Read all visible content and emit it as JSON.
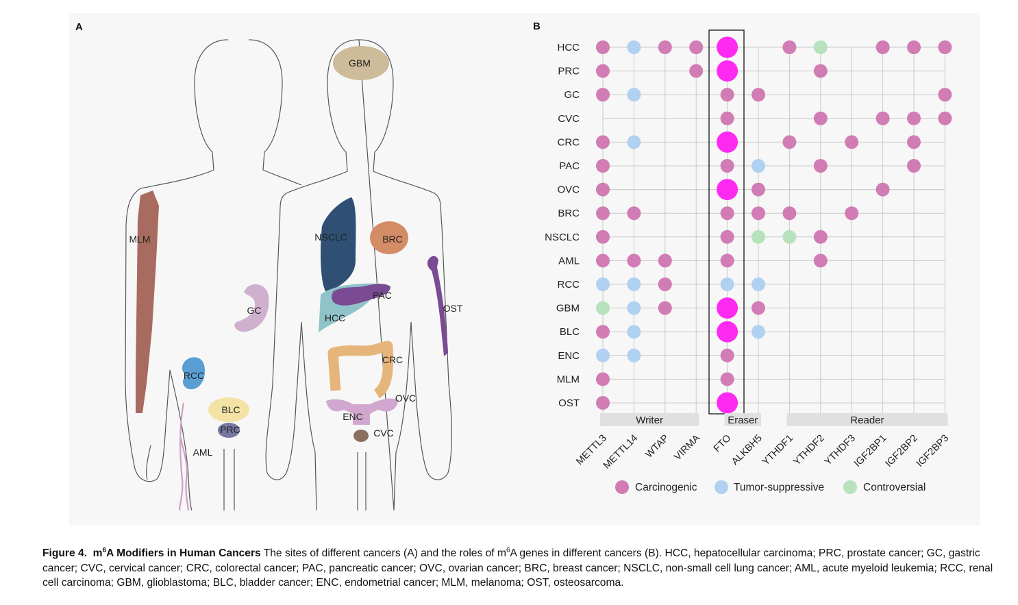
{
  "figure": {
    "panel_a_label": "A",
    "panel_b_label": "B",
    "organs": {
      "GBM": "GBM",
      "MLM": "MLM",
      "NSCLC": "NSCLC",
      "BRC": "BRC",
      "PAC": "PAC",
      "HCC": "HCC",
      "GC": "GC",
      "OST": "OST",
      "RCC": "RCC",
      "CRC": "CRC",
      "BLC": "BLC",
      "PRC": "PRC",
      "OVC": "OVC",
      "ENC": "ENC",
      "CVC": "CVC",
      "AML": "AML"
    },
    "colors": {
      "carcinogenic": "#d17cb4",
      "tumor_suppressive": "#b1d1f2",
      "controversial": "#b7e2bd",
      "fto_highlight": "#ff2af2",
      "strip_fill": "#e0e0e0"
    }
  },
  "chart_data": {
    "type": "dot-matrix",
    "rows": [
      "HCC",
      "PRC",
      "GC",
      "CVC",
      "CRC",
      "PAC",
      "OVC",
      "BRC",
      "NSCLC",
      "AML",
      "RCC",
      "GBM",
      "BLC",
      "ENC",
      "MLM",
      "OST"
    ],
    "columns": [
      "METTL3",
      "METTL14",
      "WTAP",
      "VIRMA",
      "FTO",
      "ALKBH5",
      "YTHDF1",
      "YTHDF2",
      "YTHDF3",
      "IGF2BP1",
      "IGF2BP2",
      "IGF2BP3"
    ],
    "groups": [
      {
        "name": "Writer",
        "columns": [
          "METTL3",
          "METTL14",
          "WTAP",
          "VIRMA"
        ]
      },
      {
        "name": "Eraser",
        "columns": [
          "FTO",
          "ALKBH5"
        ]
      },
      {
        "name": "Reader",
        "columns": [
          "YTHDF1",
          "YTHDF2",
          "YTHDF3",
          "IGF2BP1",
          "IGF2BP2",
          "IGF2BP3"
        ]
      }
    ],
    "highlighted_column": "FTO",
    "legend": [
      {
        "key": "C",
        "label": "Carcinogenic"
      },
      {
        "key": "T",
        "label": "Tumor-suppressive"
      },
      {
        "key": "V",
        "label": "Controversial"
      }
    ],
    "cells": [
      {
        "row": "HCC",
        "col": "METTL3",
        "role": "C"
      },
      {
        "row": "HCC",
        "col": "METTL14",
        "role": "T"
      },
      {
        "row": "HCC",
        "col": "WTAP",
        "role": "C"
      },
      {
        "row": "HCC",
        "col": "VIRMA",
        "role": "C"
      },
      {
        "row": "HCC",
        "col": "FTO",
        "role": "C",
        "large": true
      },
      {
        "row": "HCC",
        "col": "YTHDF1",
        "role": "C"
      },
      {
        "row": "HCC",
        "col": "YTHDF2",
        "role": "V"
      },
      {
        "row": "HCC",
        "col": "IGF2BP1",
        "role": "C"
      },
      {
        "row": "HCC",
        "col": "IGF2BP2",
        "role": "C"
      },
      {
        "row": "HCC",
        "col": "IGF2BP3",
        "role": "C"
      },
      {
        "row": "PRC",
        "col": "METTL3",
        "role": "C"
      },
      {
        "row": "PRC",
        "col": "VIRMA",
        "role": "C"
      },
      {
        "row": "PRC",
        "col": "FTO",
        "role": "C",
        "large": true
      },
      {
        "row": "PRC",
        "col": "YTHDF2",
        "role": "C"
      },
      {
        "row": "GC",
        "col": "METTL3",
        "role": "C"
      },
      {
        "row": "GC",
        "col": "METTL14",
        "role": "T"
      },
      {
        "row": "GC",
        "col": "FTO",
        "role": "C"
      },
      {
        "row": "GC",
        "col": "ALKBH5",
        "role": "C"
      },
      {
        "row": "GC",
        "col": "IGF2BP3",
        "role": "C"
      },
      {
        "row": "CVC",
        "col": "FTO",
        "role": "C"
      },
      {
        "row": "CVC",
        "col": "YTHDF2",
        "role": "C"
      },
      {
        "row": "CVC",
        "col": "IGF2BP1",
        "role": "C"
      },
      {
        "row": "CVC",
        "col": "IGF2BP2",
        "role": "C"
      },
      {
        "row": "CVC",
        "col": "IGF2BP3",
        "role": "C"
      },
      {
        "row": "CRC",
        "col": "METTL3",
        "role": "C"
      },
      {
        "row": "CRC",
        "col": "METTL14",
        "role": "T"
      },
      {
        "row": "CRC",
        "col": "FTO",
        "role": "C",
        "large": true
      },
      {
        "row": "CRC",
        "col": "YTHDF1",
        "role": "C"
      },
      {
        "row": "CRC",
        "col": "YTHDF3",
        "role": "C"
      },
      {
        "row": "CRC",
        "col": "IGF2BP2",
        "role": "C"
      },
      {
        "row": "PAC",
        "col": "METTL3",
        "role": "C"
      },
      {
        "row": "PAC",
        "col": "FTO",
        "role": "C"
      },
      {
        "row": "PAC",
        "col": "ALKBH5",
        "role": "T"
      },
      {
        "row": "PAC",
        "col": "YTHDF2",
        "role": "C"
      },
      {
        "row": "PAC",
        "col": "IGF2BP2",
        "role": "C"
      },
      {
        "row": "OVC",
        "col": "METTL3",
        "role": "C"
      },
      {
        "row": "OVC",
        "col": "FTO",
        "role": "C",
        "large": true
      },
      {
        "row": "OVC",
        "col": "ALKBH5",
        "role": "C"
      },
      {
        "row": "OVC",
        "col": "IGF2BP1",
        "role": "C"
      },
      {
        "row": "BRC",
        "col": "METTL3",
        "role": "C"
      },
      {
        "row": "BRC",
        "col": "METTL14",
        "role": "C"
      },
      {
        "row": "BRC",
        "col": "FTO",
        "role": "C"
      },
      {
        "row": "BRC",
        "col": "ALKBH5",
        "role": "C"
      },
      {
        "row": "BRC",
        "col": "YTHDF1",
        "role": "C"
      },
      {
        "row": "BRC",
        "col": "YTHDF3",
        "role": "C"
      },
      {
        "row": "NSCLC",
        "col": "METTL3",
        "role": "C"
      },
      {
        "row": "NSCLC",
        "col": "FTO",
        "role": "C"
      },
      {
        "row": "NSCLC",
        "col": "ALKBH5",
        "role": "V"
      },
      {
        "row": "NSCLC",
        "col": "YTHDF1",
        "role": "V"
      },
      {
        "row": "NSCLC",
        "col": "YTHDF2",
        "role": "C"
      },
      {
        "row": "AML",
        "col": "METTL3",
        "role": "C"
      },
      {
        "row": "AML",
        "col": "METTL14",
        "role": "C"
      },
      {
        "row": "AML",
        "col": "WTAP",
        "role": "C"
      },
      {
        "row": "AML",
        "col": "FTO",
        "role": "C"
      },
      {
        "row": "AML",
        "col": "YTHDF2",
        "role": "C"
      },
      {
        "row": "RCC",
        "col": "METTL3",
        "role": "T"
      },
      {
        "row": "RCC",
        "col": "METTL14",
        "role": "T"
      },
      {
        "row": "RCC",
        "col": "WTAP",
        "role": "C"
      },
      {
        "row": "RCC",
        "col": "FTO",
        "role": "T"
      },
      {
        "row": "RCC",
        "col": "ALKBH5",
        "role": "T"
      },
      {
        "row": "GBM",
        "col": "METTL3",
        "role": "V"
      },
      {
        "row": "GBM",
        "col": "METTL14",
        "role": "T"
      },
      {
        "row": "GBM",
        "col": "WTAP",
        "role": "C"
      },
      {
        "row": "GBM",
        "col": "FTO",
        "role": "C",
        "large": true
      },
      {
        "row": "GBM",
        "col": "ALKBH5",
        "role": "C"
      },
      {
        "row": "BLC",
        "col": "METTL3",
        "role": "C"
      },
      {
        "row": "BLC",
        "col": "METTL14",
        "role": "T"
      },
      {
        "row": "BLC",
        "col": "FTO",
        "role": "C",
        "large": true
      },
      {
        "row": "BLC",
        "col": "ALKBH5",
        "role": "T"
      },
      {
        "row": "ENC",
        "col": "METTL3",
        "role": "T"
      },
      {
        "row": "ENC",
        "col": "METTL14",
        "role": "T"
      },
      {
        "row": "ENC",
        "col": "FTO",
        "role": "C"
      },
      {
        "row": "MLM",
        "col": "METTL3",
        "role": "C"
      },
      {
        "row": "MLM",
        "col": "FTO",
        "role": "C"
      },
      {
        "row": "OST",
        "col": "METTL3",
        "role": "C"
      },
      {
        "row": "OST",
        "col": "FTO",
        "role": "C",
        "large": true
      }
    ]
  },
  "caption": {
    "figure_number": "Figure 4.",
    "title_m": "m",
    "title_sup": "6",
    "title_rest": "A Modifiers in Human Cancers",
    "text_1": " The sites of different cancers (A) and the roles of m",
    "text_sup": "6",
    "text_2": "A genes in different cancers (B). HCC, hepatocellular carcinoma; PRC, prostate cancer; GC, gastric cancer; CVC, cervical cancer; CRC, colorectal cancer; PAC, pancreatic cancer; OVC, ovarian cancer; BRC, breast cancer; NSCLC, non-small cell lung cancer; AML, acute myeloid leukemia; RCC, renal cell carcinoma; GBM, glioblastoma; BLC, bladder cancer; ENC, endometrial cancer; MLM, melanoma; OST, osteosarcoma."
  }
}
